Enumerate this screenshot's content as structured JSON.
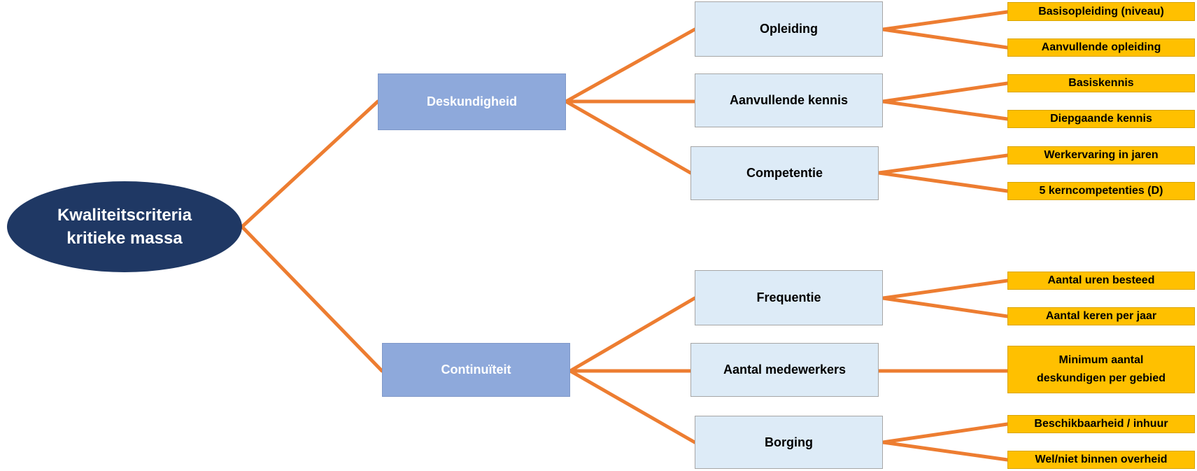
{
  "diagram": {
    "root": {
      "line1": "Kwaliteitscriteria",
      "line2": "kritieke massa"
    },
    "branches": [
      {
        "label": "Deskundigheid",
        "children": [
          {
            "label": "Opleiding",
            "leaves": [
              "Basisopleiding (niveau)",
              "Aanvullende opleiding"
            ]
          },
          {
            "label": "Aanvullende kennis",
            "leaves": [
              "Basiskennis",
              "Diepgaande kennis"
            ]
          },
          {
            "label": "Competentie",
            "leaves": [
              "Werkervaring in jaren",
              "5 kerncompetenties (D)"
            ]
          }
        ]
      },
      {
        "label": "Continuïteit",
        "children": [
          {
            "label": "Frequentie",
            "leaves": [
              "Aantal uren besteed",
              "Aantal keren per jaar"
            ]
          },
          {
            "label": "Aantal medewerkers",
            "leaves": [],
            "leaf_multiline": [
              "Minimum aantal",
              "deskundigen per gebied"
            ]
          },
          {
            "label": "Borging",
            "leaves": [
              "Beschikbaarheid / inhuur",
              "Wel/niet binnen overheid"
            ]
          }
        ]
      }
    ],
    "colors": {
      "root": "#1F3864",
      "level1": "#8EA9DB",
      "level2": "#DDEBF7",
      "level3": "#FFC000",
      "connector": "#ED7D31"
    }
  }
}
